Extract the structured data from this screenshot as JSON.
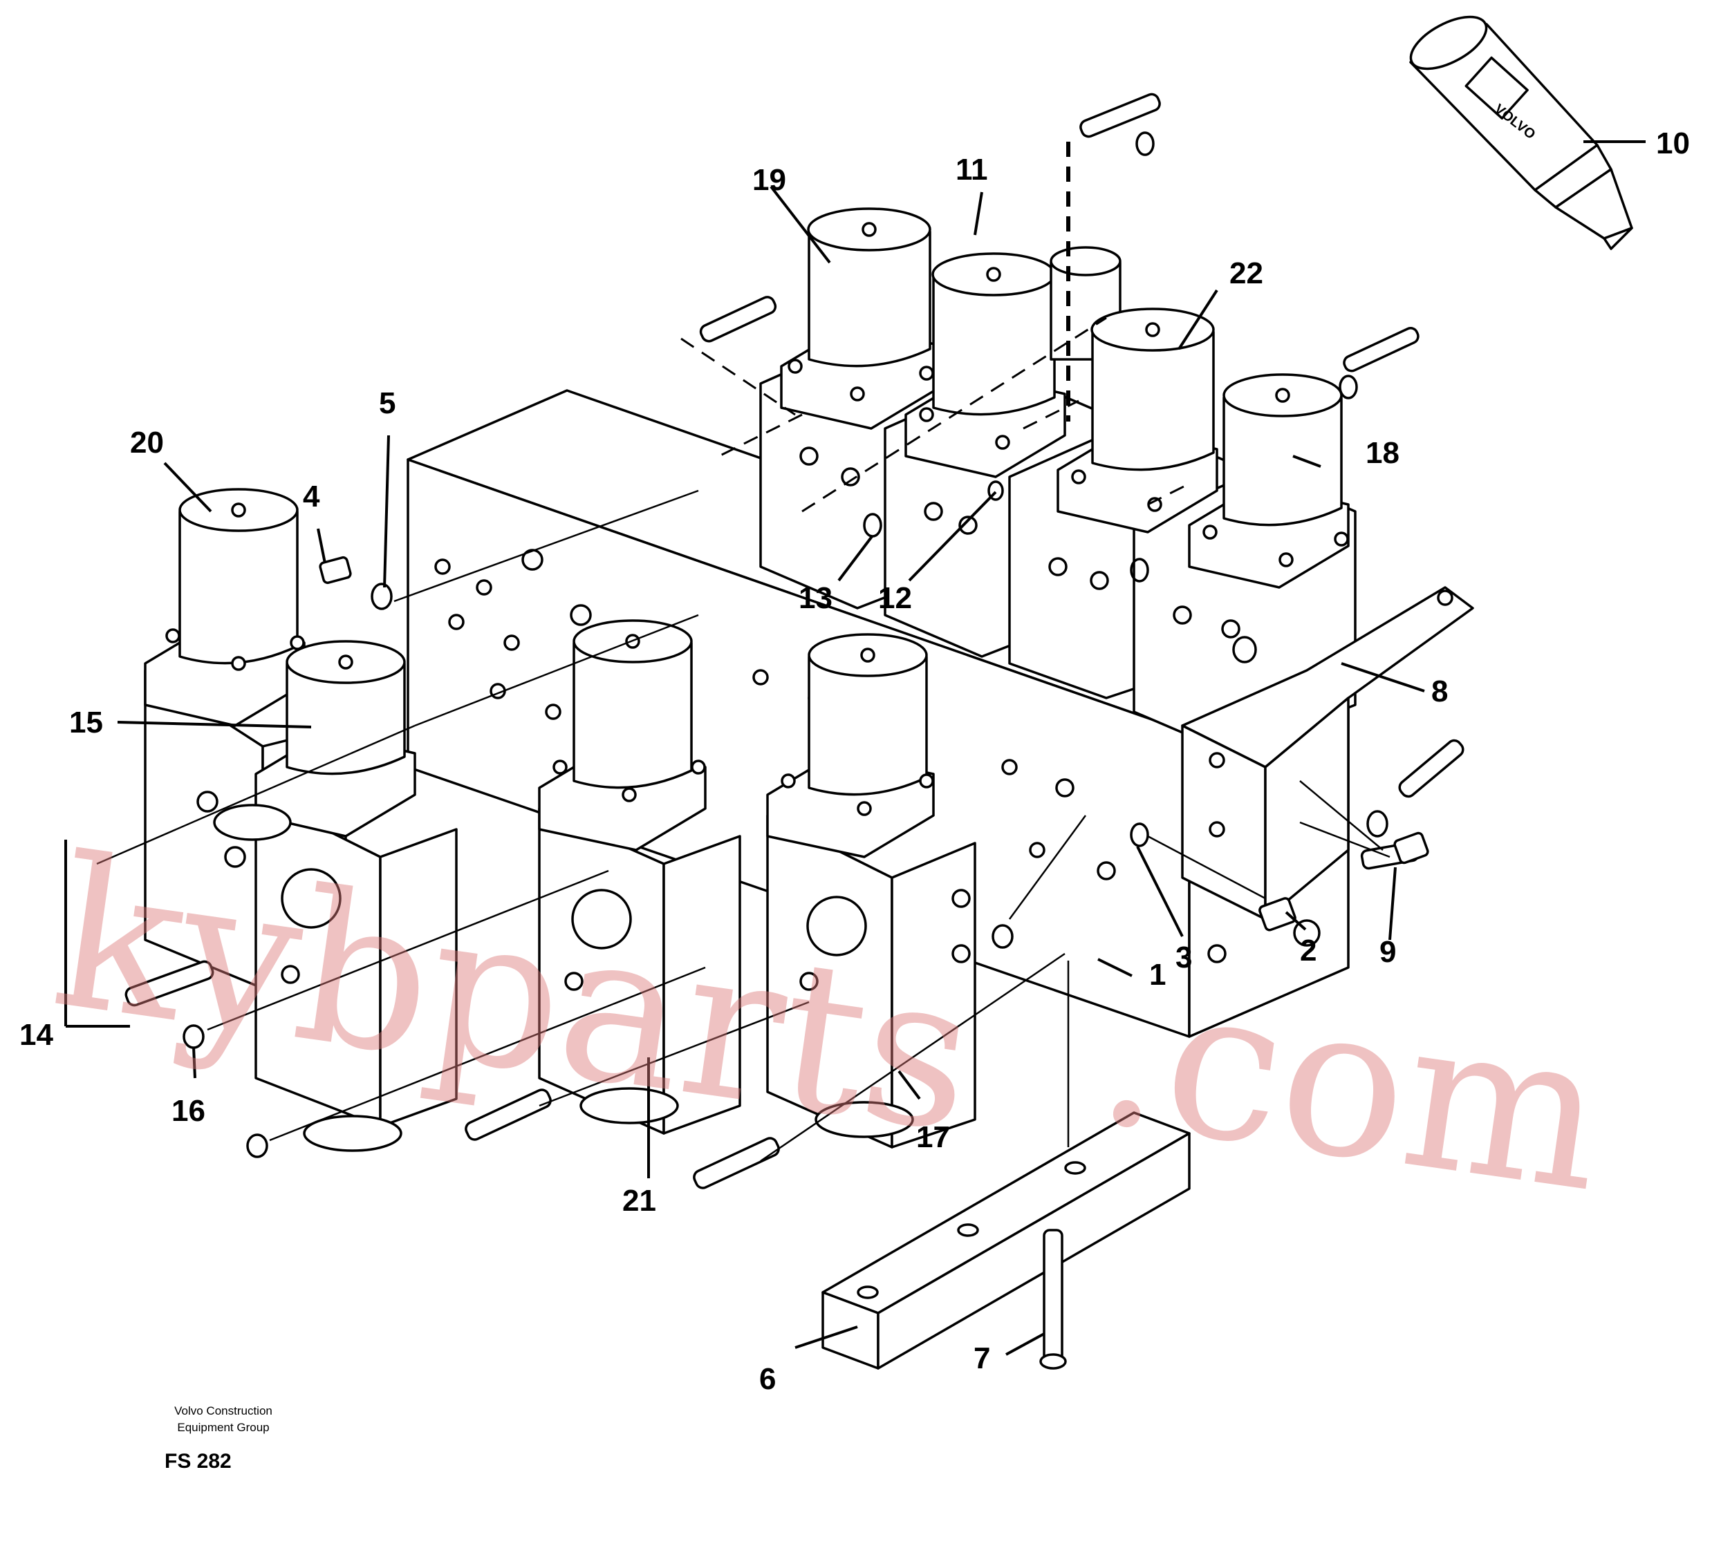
{
  "diagram": {
    "callouts": {
      "c1": "1",
      "c2": "2",
      "c3": "3",
      "c4": "4",
      "c5": "5",
      "c6": "6",
      "c7": "7",
      "c8": "8",
      "c9": "9",
      "c10": "10",
      "c11": "11",
      "c12": "12",
      "c13": "13",
      "c14": "14",
      "c15": "15",
      "c16": "16",
      "c17": "17",
      "c18": "18",
      "c19": "19",
      "c20": "20",
      "c21": "21",
      "c22": "22"
    },
    "tube_label": "VOLVO"
  },
  "footer": {
    "company_line1": "Volvo Construction",
    "company_line2": "Equipment Group",
    "code": "FS 282"
  },
  "watermark": {
    "part1": "kybparts",
    "part2": ".com"
  }
}
